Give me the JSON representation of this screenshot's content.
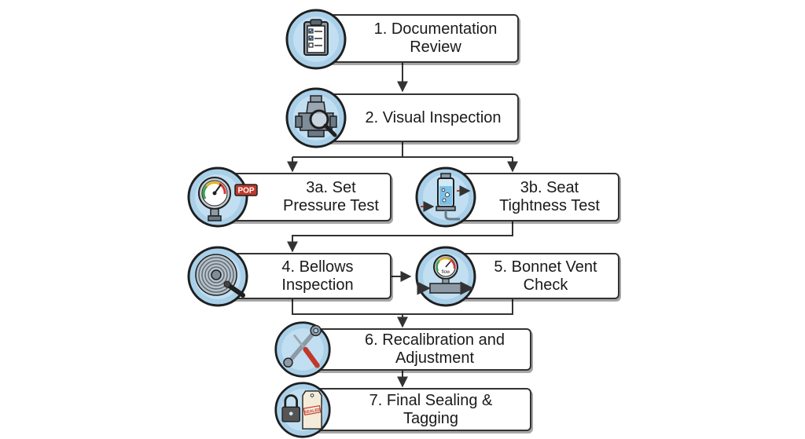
{
  "colors": {
    "line": "#333333",
    "box_border": "#333333",
    "circle_fill": "#a9d0e8",
    "circle_inner": "#d6ebf7",
    "circle_ring": "#1f1f1f",
    "pop_tag": "#c0392b",
    "arrow_blue": "#2f7fc1",
    "arrow_red": "#c0392b"
  },
  "steps": [
    {
      "id": "documentation-review",
      "label": "1. Documentation\nReview",
      "icon": "clipboard-checklist-icon"
    },
    {
      "id": "visual-inspection",
      "label": "2. Visual Inspection",
      "icon": "valve-magnifier-icon"
    },
    {
      "id": "set-pressure-test",
      "label": "3a. Set\nPressure Test",
      "icon": "pressure-gauge-icon",
      "tag": "POP"
    },
    {
      "id": "seat-tightness-test",
      "label": "3b. Seat\nTightness Test",
      "icon": "bubble-tester-icon"
    },
    {
      "id": "bellows-inspection",
      "label": "4. Bellows\nInspection",
      "icon": "bellows-coil-icon"
    },
    {
      "id": "bonnet-vent-check",
      "label": "5. Bonnet Vent\nCheck",
      "icon": "flow-gauge-icon",
      "gauge_text": "flow"
    },
    {
      "id": "recalibration-adjustment",
      "label": "6. Recalibration and\nAdjustment",
      "icon": "tools-icon"
    },
    {
      "id": "final-sealing-tagging",
      "label": "7. Final Sealing &\nTagging",
      "icon": "lock-tag-icon",
      "tag": "SEALED"
    }
  ]
}
